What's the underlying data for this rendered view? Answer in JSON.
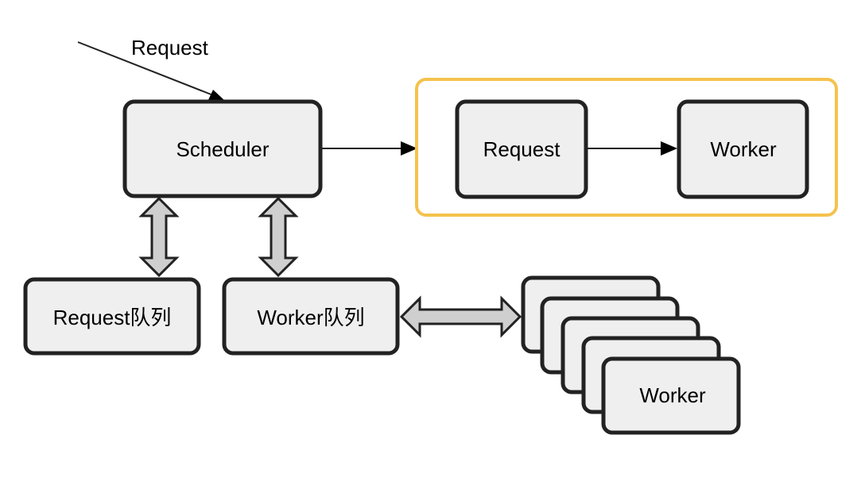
{
  "nodes": {
    "scheduler": "Scheduler",
    "request_queue": "Request队列",
    "worker_queue": "Worker队列",
    "group_request": "Request",
    "group_worker": "Worker",
    "worker_stack": "Worker"
  },
  "edges": {
    "incoming_label": "Request"
  },
  "colors": {
    "node_fill": "#efefef",
    "node_stroke": "#222222",
    "group_border": "#f4c24d",
    "double_arrow_fill": "#cfcfcf"
  }
}
